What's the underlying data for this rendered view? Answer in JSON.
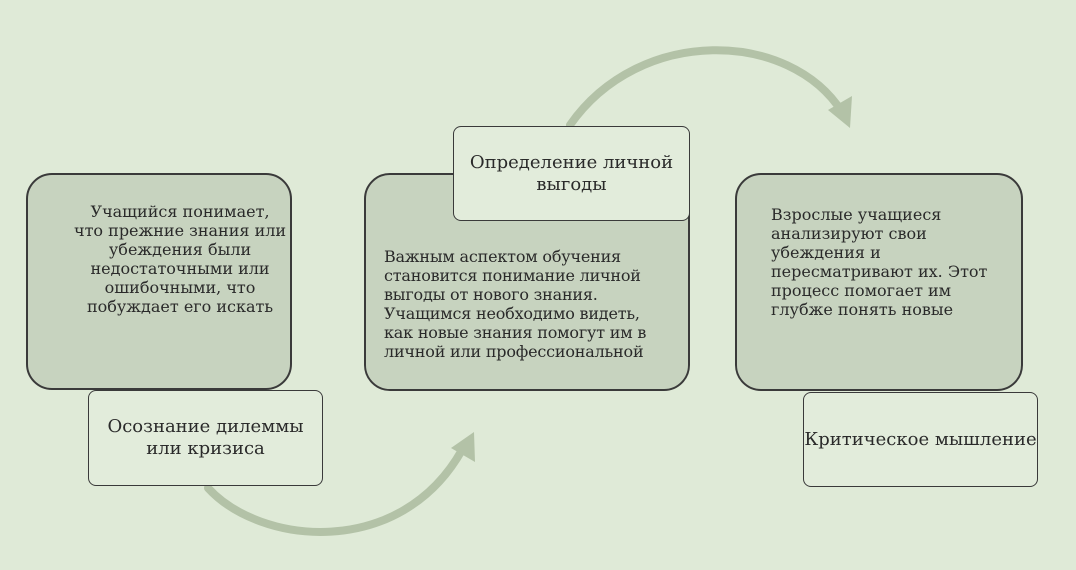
{
  "stages": [
    {
      "title": "Осознание дилеммы\nили кризиса",
      "body": "Учащийся понимает,\nчто прежние знания или\nубеждения были\nнедостаточными или\nошибочными, что\nпобуждает его искать"
    },
    {
      "title": "Определение личной\nвыгоды",
      "body": "Важным аспектом обучения\nстановится понимание личной\nвыгоды от нового знания.\nУчащимся необходимо видеть,\nкак новые знания помогут им в\nличной или профессиональной"
    },
    {
      "title": "Критическое мышление",
      "body": "Взрослые учащиеся\nанализируют свои\nубеждения и\nпересматривают их. Этот\nпроцесс помогает им\nглубже понять новые"
    }
  ],
  "colors": {
    "background": "#dfead7",
    "card_fill": "#c7d3bf",
    "label_fill": "#e2ecdb",
    "arrow": "#b3c2a7",
    "border": "#3a3a3a"
  }
}
